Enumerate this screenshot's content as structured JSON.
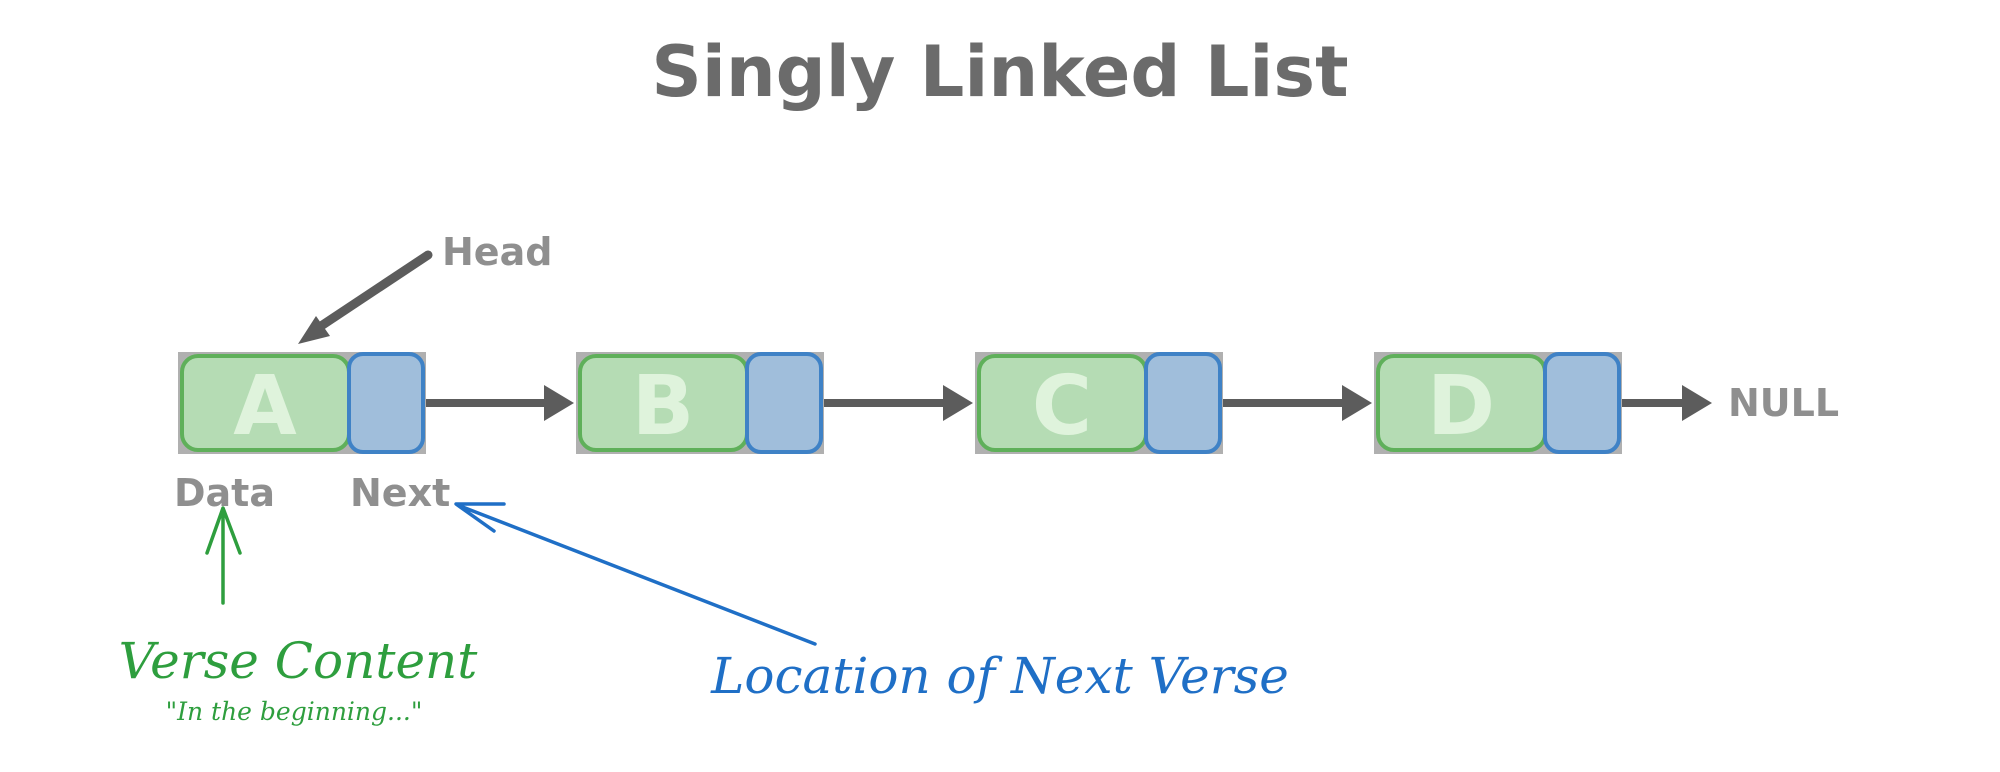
{
  "diagram": {
    "title": "Singly Linked List",
    "head_label": "Head",
    "null_label": "NULL",
    "data_label": "Data",
    "next_label": "Next",
    "nodes": [
      {
        "letter": "A"
      },
      {
        "letter": "B"
      },
      {
        "letter": "C"
      },
      {
        "letter": "D"
      }
    ]
  },
  "annotations": {
    "verse_content": "Verse Content",
    "verse_quote": "\"In the beginning...\"",
    "next_location": "Location of Next Verse"
  },
  "colors": {
    "data_fill": "#b5dcb4",
    "data_stroke": "#5fb05a",
    "next_fill": "#a0bedb",
    "next_stroke": "#3f82c6",
    "node_bg": "#b0b0b0",
    "arrow": "#5c5c5c",
    "green_annotation": "#2e9e3e",
    "blue_annotation": "#1f6fc6"
  }
}
